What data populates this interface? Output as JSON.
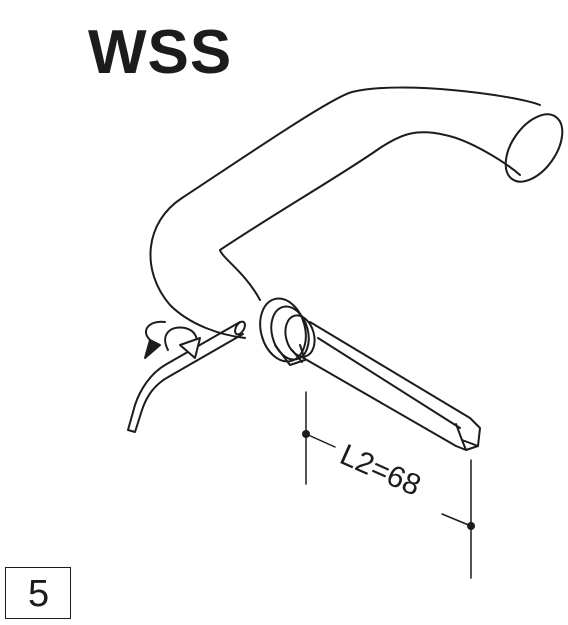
{
  "title": "WSS",
  "dimension_label": "L2=68",
  "step_number": "5",
  "colors": {
    "stroke": "#1c1c1c",
    "background": "#ffffff"
  }
}
